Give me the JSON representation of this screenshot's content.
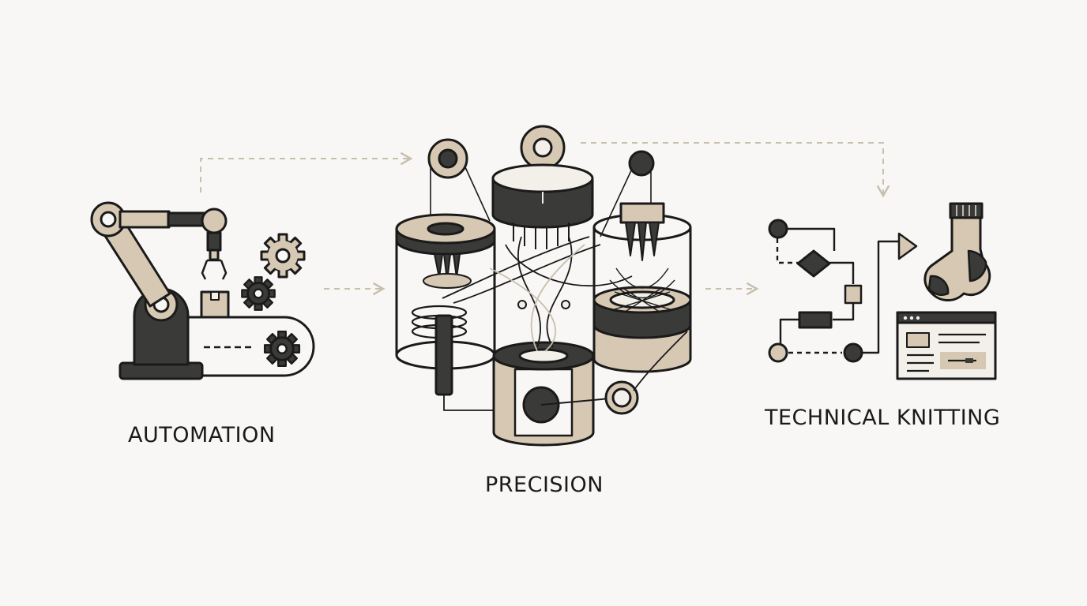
{
  "labels": {
    "automation": "AUTOMATION",
    "precision": "PRECISION",
    "technical_knitting": "TECHNICAL KNITTING"
  },
  "colors": {
    "background": "#f8f7f5",
    "ink": "#1a1a1a",
    "dark_fill": "#3a3a38",
    "tan_fill": "#d6c8b3",
    "light_fill": "#f3efe9",
    "arrow": "#c9bfae"
  },
  "icons": {
    "automation": [
      "robot-arm-icon",
      "gear-icon",
      "conveyor-belt-icon",
      "box-icon"
    ],
    "precision": [
      "spool-icon",
      "cylinder-icon",
      "needle-icon",
      "thread-icon"
    ],
    "technical_knitting": [
      "flowchart-icon",
      "sock-icon",
      "browser-window-icon"
    ]
  }
}
